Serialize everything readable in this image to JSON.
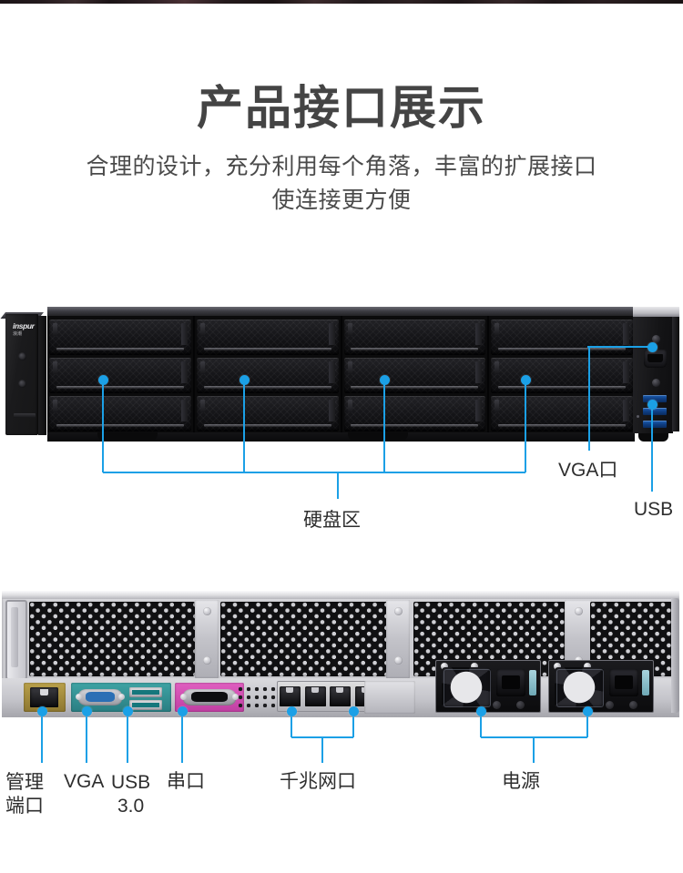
{
  "accent_color": "#1ba0e6",
  "background_color": "#ffffff",
  "heading": {
    "title": "产品接口展示",
    "subtitle_line1": "合理的设计，充分利用每个角落，丰富的扩展接口",
    "subtitle_line2": "使连接更方便"
  },
  "product": {
    "brand": "inspur",
    "brand_cn": "浪潮",
    "front": {
      "drive_bay_columns": 4,
      "drive_bay_rows": 3,
      "front_usb_ports": 3,
      "front_vga_ports": 1
    },
    "rear": {
      "vent_blocks": 4,
      "nic_ports": 4,
      "usb_ports": 2,
      "psu_modules": 2
    }
  },
  "front_callouts": [
    {
      "label": "硬盘区",
      "dots": 4
    },
    {
      "label": "VGA口",
      "dots": 1
    },
    {
      "label": "USB",
      "dots": 1
    }
  ],
  "rear_callouts": [
    {
      "label_line1": "管理",
      "label_line2": "端口"
    },
    {
      "label_line1": "VGA",
      "label_line2": ""
    },
    {
      "label_line1": "USB",
      "label_line2": "3.0"
    },
    {
      "label_line1": "串口",
      "label_line2": ""
    },
    {
      "label_line1": "千兆网口",
      "label_line2": ""
    },
    {
      "label_line1": "电源",
      "label_line2": ""
    }
  ],
  "labels": {
    "drive_area": "硬盘区",
    "front_vga": "VGA口",
    "front_usb": "USB",
    "mgmt_port_l1": "管理",
    "mgmt_port_l2": "端口",
    "rear_vga": "VGA",
    "rear_usb_l1": "USB",
    "rear_usb_l2": "3.0",
    "serial_port": "串口",
    "gigabit_nic": "千兆网口",
    "power_supply": "电源"
  }
}
